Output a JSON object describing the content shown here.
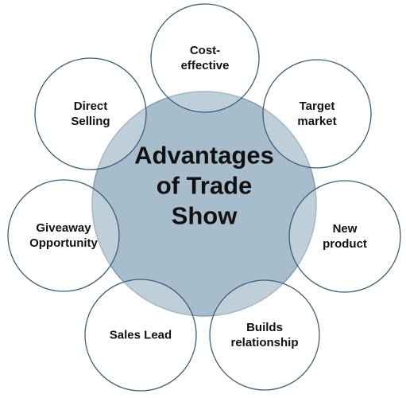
{
  "diagram": {
    "type": "radial-venn",
    "center": {
      "lines": [
        "Advantages",
        "of Trade",
        "Show"
      ],
      "fill": "#a7bdcc",
      "stroke": "#7f9db1"
    },
    "petal_style": {
      "fill": "rgba(255,255,255,0.28)",
      "stroke": "#3e5e78"
    },
    "petals": [
      {
        "id": "cost-effective",
        "lines": [
          "Cost-",
          "effective"
        ]
      },
      {
        "id": "target-market",
        "lines": [
          "Target",
          "market"
        ]
      },
      {
        "id": "new-product",
        "lines": [
          "New",
          "product"
        ]
      },
      {
        "id": "builds-relationship",
        "lines": [
          "Builds",
          "relationship"
        ]
      },
      {
        "id": "sales-lead",
        "lines": [
          "Sales Lead"
        ]
      },
      {
        "id": "giveaway-opportunity",
        "lines": [
          "Giveaway",
          "Opportunity"
        ]
      },
      {
        "id": "direct-selling",
        "lines": [
          "Direct",
          "Selling"
        ]
      }
    ]
  }
}
